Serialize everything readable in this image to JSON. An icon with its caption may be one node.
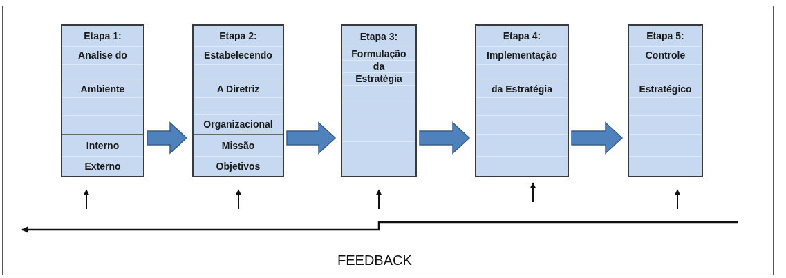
{
  "diagram": {
    "nodes": [
      {
        "text": [
          "Etapa 1:",
          "Analise do",
          "Ambiente",
          "Interno",
          "Externo"
        ]
      },
      {
        "text": [
          "Etapa 2:",
          "Estabelecendo",
          "A Diretriz",
          "Organizacional",
          "Missão",
          "Objetivos"
        ]
      },
      {
        "text": [
          "Etapa 3:",
          "Formulação",
          "da",
          "Estratégia"
        ]
      },
      {
        "text": [
          "Etapa 4:",
          "Implementação",
          "da Estratégia"
        ]
      },
      {
        "text": [
          "Etapa 5:",
          "Controle",
          "Estratégico"
        ]
      }
    ],
    "edges": [
      {
        "from": 0,
        "to": 1,
        "arrow": "to"
      },
      {
        "from": 1,
        "to": 2,
        "arrow": "to"
      },
      {
        "from": 2,
        "to": 3,
        "arrow": "to"
      },
      {
        "from": 3,
        "to": 4,
        "arrow": "to"
      },
      {
        "from": null,
        "to": 0,
        "arrow": "to"
      },
      {
        "from": null,
        "to": 1,
        "arrow": "to"
      },
      {
        "from": null,
        "to": 2,
        "arrow": "to"
      },
      {
        "from": null,
        "to": 3,
        "arrow": "to"
      },
      {
        "from": null,
        "to": 4,
        "arrow": "to"
      }
    ],
    "labels": [
      "FEEDBACK"
    ]
  }
}
